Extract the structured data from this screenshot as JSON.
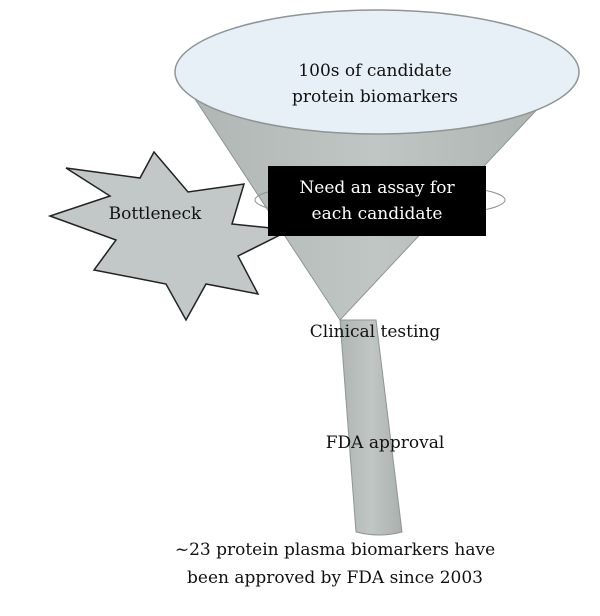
{
  "funnel": {
    "top_label": [
      "100s of candidate",
      "protein biomarkers"
    ],
    "box_label": [
      "Need an assay for",
      "each candidate"
    ],
    "stage_clinical": "Clinical testing",
    "stage_fda": "FDA approval"
  },
  "burst": {
    "label": "Bottleneck"
  },
  "footer": [
    "~23 protein plasma biomarkers have",
    "been approved by FDA since 2003"
  ],
  "colors": {
    "funnel_body": "#b8bebc",
    "funnel_rim": "#e8f0f7",
    "burst_fill": "#c2c8c8",
    "box_fill": "#000000"
  }
}
